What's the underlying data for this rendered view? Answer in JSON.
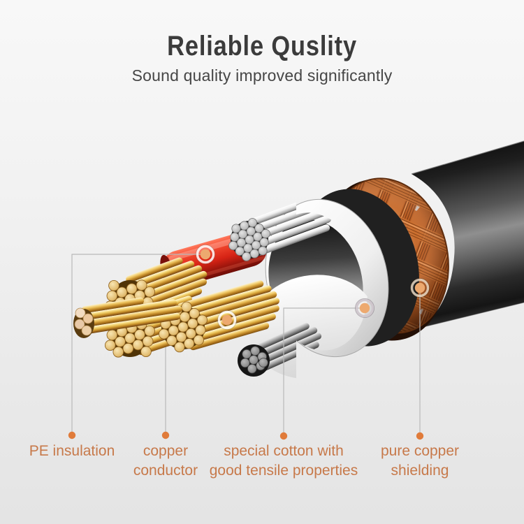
{
  "header": {
    "title": "Reliable Quslity",
    "subtitle": "Sound quality improved significantly"
  },
  "callouts": {
    "items": [
      {
        "label": "PE insulation"
      },
      {
        "label": "copper\nconductor"
      },
      {
        "label": "special cotton with\ngood tensile properties"
      },
      {
        "label": "pure copper\nshielding"
      }
    ],
    "label_color": "#c7794a",
    "dot_color": "#e07b3a",
    "line_color": "#b9b9b9"
  },
  "illustration": {
    "description": "cut-away audio cable",
    "part_colors": {
      "outer_jacket_black": "#1d1d1d",
      "copper_braid": "#c06428",
      "cotton_white": "#f2f2f2",
      "pe_insulation_red": "#d62315",
      "conductor_gold": "#d09a30",
      "conductor_silver": "#bdbdbd"
    }
  }
}
